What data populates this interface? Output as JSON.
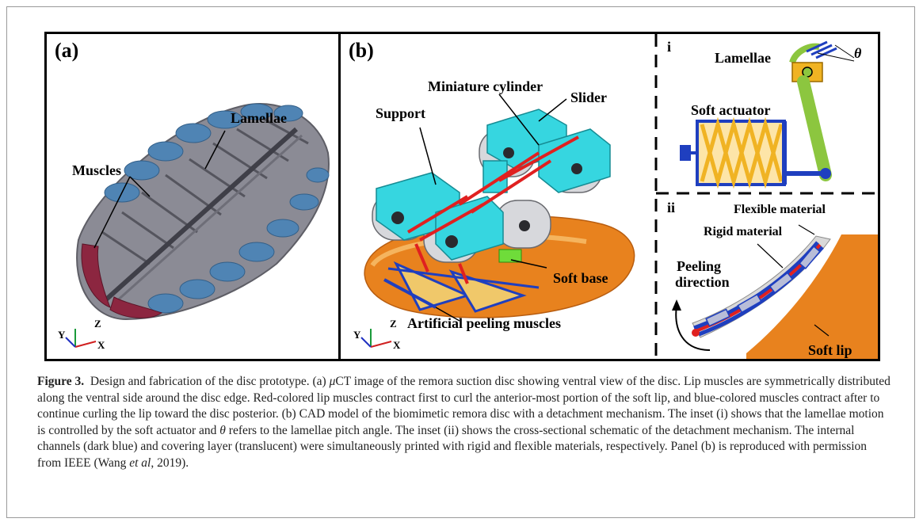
{
  "panels": {
    "a": {
      "label": "(a)",
      "lamellae": "Lamellae",
      "muscles": "Muscles",
      "axes": {
        "x": "X",
        "y": "Y",
        "z": "Z"
      }
    },
    "b": {
      "label": "(b)",
      "miniature_cylinder": "Miniature cylinder",
      "slider": "Slider",
      "support": "Support",
      "soft_base": "Soft base",
      "peeling_muscles": "Artificial peeling muscles",
      "axes": {
        "x": "X",
        "y": "Y",
        "z": "Z"
      }
    },
    "inset_i": {
      "label": "i",
      "lamellae": "Lamellae",
      "theta": "θ",
      "soft_actuator": "Soft actuator"
    },
    "inset_ii": {
      "label": "ii",
      "flexible_material": "Flexible material",
      "rigid_material": "Rigid material",
      "peeling": "Peeling",
      "direction": "direction",
      "soft_lip": "Soft lip"
    }
  },
  "caption": {
    "figure_number": "Figure 3.",
    "p1": "Design and fabrication of the disc prototype. (a) ",
    "mu": "μ",
    "p2": "CT image of the remora suction disc showing ventral view of the disc. Lip muscles are symmetrically distributed along the ventral side around the disc edge. Red-colored lip muscles contract first to curl the anterior-most portion of the soft lip, and blue-colored muscles contract after to continue curling the lip toward the disc posterior. (b) CAD model of the biomimetic remora disc with a detachment mechanism. The inset (i) shows that the lamellae motion is controlled by the soft actuator and ",
    "theta": "θ",
    "p3": " refers to the lamellae pitch angle. The inset (ii) shows the cross-sectional schematic of the detachment mechanism. The internal channels (dark blue) and covering layer (translucent) were simultaneously printed with rigid and flexible materials, respectively. Panel (b) is reproduced with permission from IEEE (Wang ",
    "et_al": "et al",
    "p4": ", 2019)."
  },
  "colors": {
    "muscle_blue": "#4f84b4",
    "muscle_red": "#8c2640",
    "cad_cyan": "#36d6e0",
    "orange": "#e8821e",
    "actuator_yellow": "#f0b323",
    "link_green": "#8cc63f",
    "dark_blue": "#1f3fbf"
  }
}
